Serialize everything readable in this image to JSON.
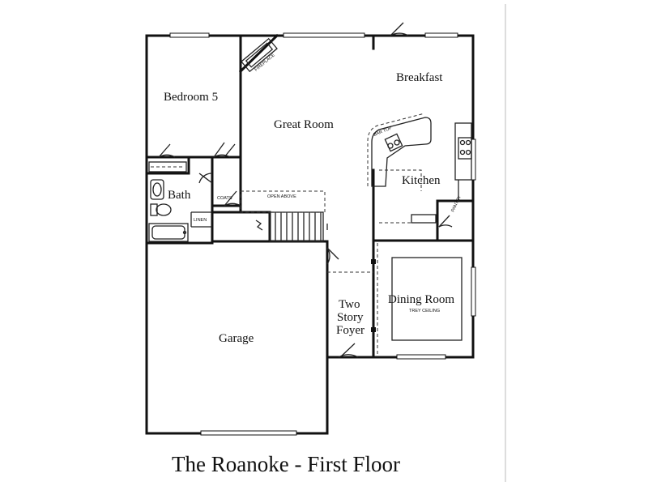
{
  "rooms": {
    "bedroom5": "Bedroom 5",
    "great_room": "Great Room",
    "breakfast": "Breakfast",
    "kitchen": "Kitchen",
    "bath": "Bath",
    "garage": "Garage",
    "dining_room": "Dining Room",
    "foyer_line1": "Two",
    "foyer_line2": "Story",
    "foyer_line3": "Foyer"
  },
  "annotations": {
    "fireplace": "FIREPLACE",
    "bar_top": "BAR TOP",
    "open_above": "OPEN ABOVE",
    "coats": "COATS",
    "linen": "LINEN",
    "pantry": "PANTRY",
    "trey_ceiling": "TREY CEILING"
  },
  "caption": "The Roanoke - First Floor"
}
